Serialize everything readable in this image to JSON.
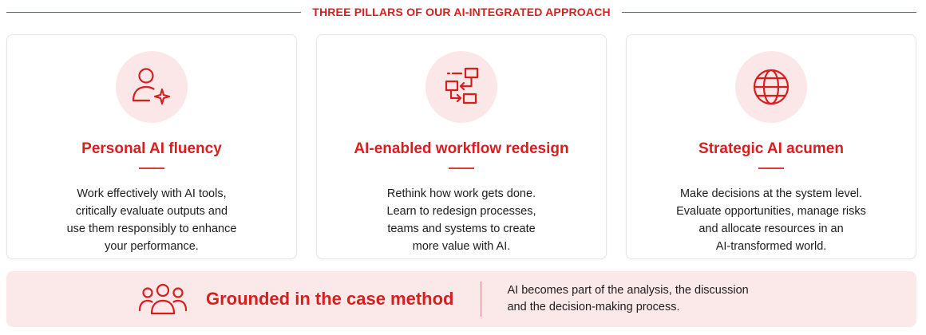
{
  "colors": {
    "accent": "#d71f1f",
    "icon_bg": "#fbe7e7",
    "banner_bg": "#fbe9e9"
  },
  "header": {
    "title": "THREE PILLARS OF OUR AI-INTEGRATED APPROACH"
  },
  "pillars": [
    {
      "icon": "person-sparkle-icon",
      "title": "Personal AI fluency",
      "description": "Work effectively with AI tools,\ncritically evaluate outputs and\nuse them responsibly to enhance\nyour performance."
    },
    {
      "icon": "workflow-icon",
      "title": "AI-enabled workflow redesign",
      "description": "Rethink how work gets done.\nLearn to redesign processes,\nteams and systems to create\nmore value with AI."
    },
    {
      "icon": "globe-icon",
      "title": "Strategic AI acumen",
      "description": "Make decisions at the system level.\nEvaluate opportunities, manage risks\nand allocate resources in an\nAI-transformed world."
    }
  ],
  "banner": {
    "icon": "group-icon",
    "title": "Grounded in the case method",
    "text": "AI becomes part of the analysis, the discussion\nand the decision-making process."
  }
}
